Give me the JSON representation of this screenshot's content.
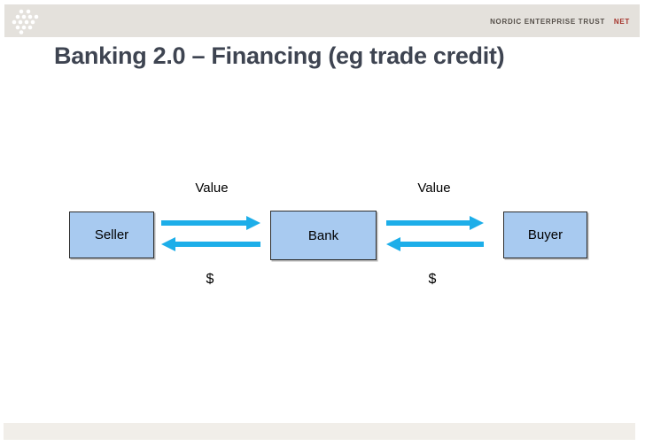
{
  "header": {
    "brand_name": "NORDIC ENTERPRISE TRUST",
    "brand_abbr": "NET"
  },
  "title": "Banking 2.0 – Financing (eg trade credit)",
  "diagram": {
    "nodes": [
      {
        "id": "seller",
        "label": "Seller"
      },
      {
        "id": "bank",
        "label": "Bank"
      },
      {
        "id": "buyer",
        "label": "Buyer"
      }
    ],
    "flows": [
      {
        "between": [
          "Seller",
          "Bank"
        ],
        "top_label": "Value",
        "top_direction": "right",
        "bottom_label": "$",
        "bottom_direction": "left"
      },
      {
        "between": [
          "Bank",
          "Buyer"
        ],
        "top_label": "Value",
        "top_direction": "right",
        "bottom_label": "$",
        "bottom_direction": "left"
      }
    ]
  },
  "colors": {
    "header_bar": "#e4e1dc",
    "footer_bar": "#f1eee9",
    "box_fill": "#a8caf0",
    "box_border": "#2e2e2e",
    "arrow": "#1daee9",
    "title_text": "#3e4451",
    "brand_text": "#56504a",
    "brand_abbr": "#a5362e"
  }
}
